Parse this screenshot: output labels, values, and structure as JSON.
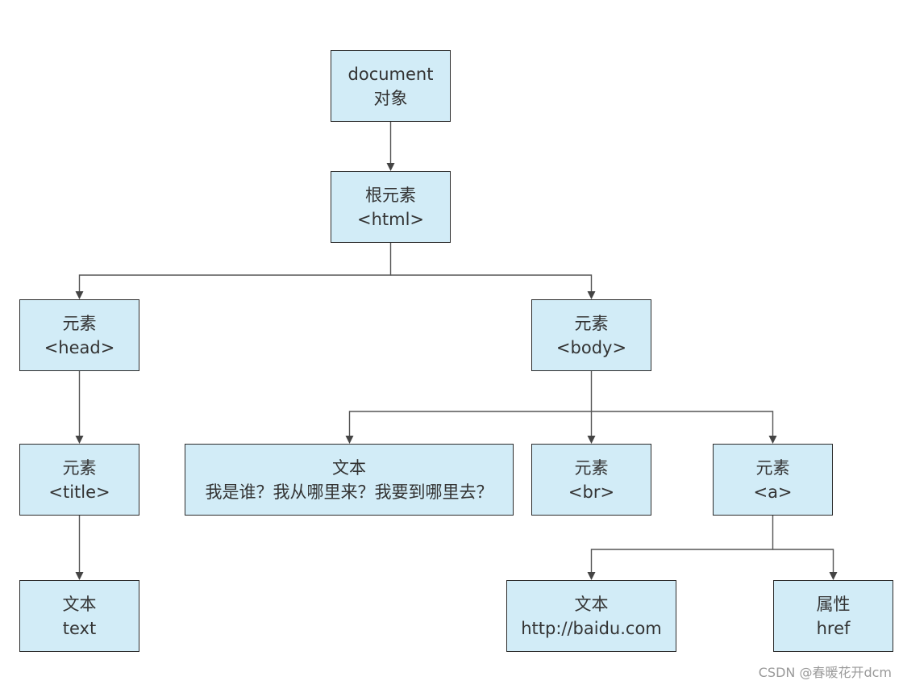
{
  "nodes": {
    "document": {
      "line1": "document",
      "line2": "对象"
    },
    "html": {
      "line1": "根元素",
      "line2": "<html>"
    },
    "head": {
      "line1": "元素",
      "line2": "<head>"
    },
    "body": {
      "line1": "元素",
      "line2": "<body>"
    },
    "title": {
      "line1": "元素",
      "line2": "<title>"
    },
    "text": {
      "line1": "文本",
      "line2": "text"
    },
    "body_text": {
      "line1": "文本",
      "line2": "我是谁？我从哪里来？我要到哪里去？"
    },
    "br": {
      "line1": "元素",
      "line2": "<br>"
    },
    "a": {
      "line1": "元素",
      "line2": "<a>"
    },
    "a_text": {
      "line1": "文本",
      "line2": "http://baidu.com"
    },
    "a_attr": {
      "line1": "属性",
      "line2": "href"
    }
  },
  "edges": [
    [
      "document",
      "html"
    ],
    [
      "html",
      "head"
    ],
    [
      "html",
      "body"
    ],
    [
      "head",
      "title"
    ],
    [
      "title",
      "text"
    ],
    [
      "body",
      "body_text"
    ],
    [
      "body",
      "br"
    ],
    [
      "body",
      "a"
    ],
    [
      "a",
      "a_text"
    ],
    [
      "a",
      "a_attr"
    ]
  ],
  "colors": {
    "node_fill": "#d2ecf7",
    "node_border": "#2b2b2b",
    "connector": "#555555",
    "text": "#333333"
  },
  "watermark": "CSDN @春暖花开dcm"
}
